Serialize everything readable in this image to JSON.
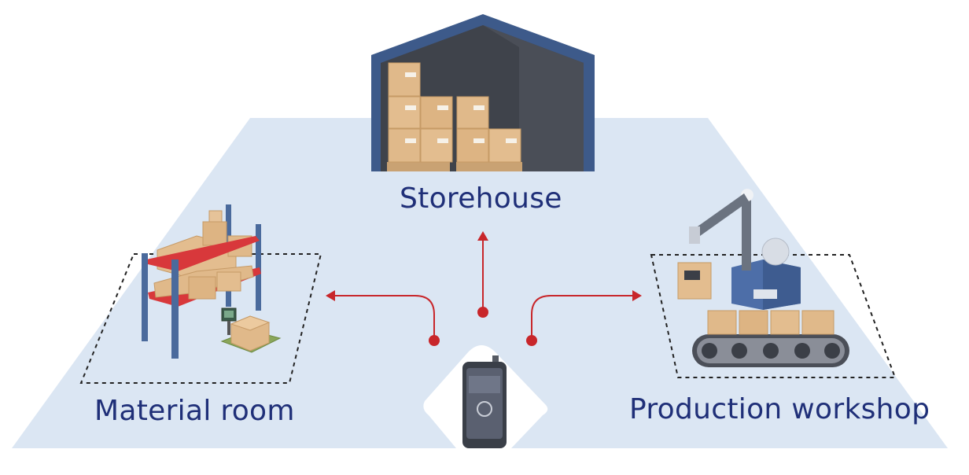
{
  "labels": {
    "storehouse": "Storehouse",
    "material_room": "Material room",
    "production_workshop": "Production workshop"
  },
  "colors": {
    "floor": "#dbe6f3",
    "label_text": "#1f2f78",
    "arrow": "#c8262a",
    "dashed_zone": "#222222",
    "warehouse_frame": "#3d5a8a",
    "warehouse_interior": "#3f434b",
    "box": "#e0b98a",
    "rack_post": "#4a6a9c",
    "rack_beam": "#d8383b",
    "robot_body": "#4d6ea8"
  },
  "icons": {
    "storehouse": "warehouse-icon",
    "material_room": "shelf-rack-icon",
    "production_workshop": "robot-arm-conveyor-icon",
    "handheld": "handheld-terminal-icon"
  }
}
